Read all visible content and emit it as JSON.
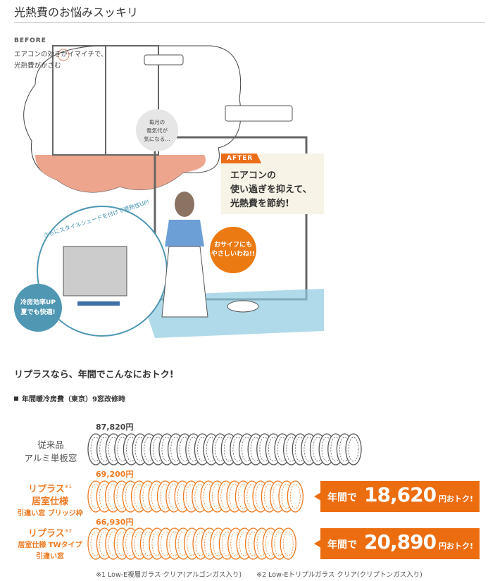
{
  "header": {
    "title": "光熱費のお悩みスッキリ"
  },
  "illustration": {
    "before_label": "BEFORE",
    "before_text": [
      "エアコンの効きがイマイチで、",
      "光熱費がかさむ"
    ],
    "grey_bubble": [
      "毎月の",
      "電気代が",
      "気になる…"
    ],
    "after_label": "AFTER",
    "after_text": [
      "エアコンの",
      "使い過ぎを抑えて、",
      "光熱費を節約!"
    ],
    "orange_bubble": [
      "おサイフにも",
      "やさしいわね!!"
    ],
    "shade_text": "さらにスタイルシェードを付けて遮熱性UP!",
    "blue_bubble": [
      "冷房効率UP",
      "夏でも快適!"
    ]
  },
  "section": {
    "heading": "リプラスなら、年間でこんなにおトク!",
    "subheading": "年間暖冷房費（東京）9窓改修時"
  },
  "rows": [
    {
      "label": [
        "従来品",
        "アルミ単板窓"
      ],
      "note": "",
      "price": "87,820円",
      "color": "#555555"
    },
    {
      "label": [
        "リプラス",
        "居室仕様",
        "引違い窓 ブリッジ枠"
      ],
      "note": "※1",
      "price": "69,200円",
      "color": "#ef7a22",
      "saving": {
        "prefix": "年間で",
        "amount": "18,620",
        "suffix": "円おトク!"
      }
    },
    {
      "label": [
        "リプラス",
        "居室仕様 TWタイプ",
        "引違い窓"
      ],
      "note": "※2",
      "price": "66,930円",
      "color": "#ef7a22",
      "saving": {
        "prefix": "年間で",
        "amount": "20,890",
        "suffix": "円おトク!"
      }
    }
  ],
  "footnotes": [
    "※1 Low-E複層ガラス クリア(アルゴンガス入り)",
    "※2 Low-Eトリプルガラス クリア(クリプトンガス入り)"
  ],
  "colors": {
    "accent": "#ec6d10",
    "blue": "#4f97b3",
    "floor": "#eea58e"
  },
  "chart_data": {
    "type": "bar",
    "categories": [
      "従来品 アルミ単板窓",
      "リプラス 居室仕様 引違い窓 ブリッジ枠",
      "リプラス 居室仕様 TWタイプ 引違い窓"
    ],
    "values": [
      87820,
      69200,
      66930
    ],
    "unit": "円"
  }
}
